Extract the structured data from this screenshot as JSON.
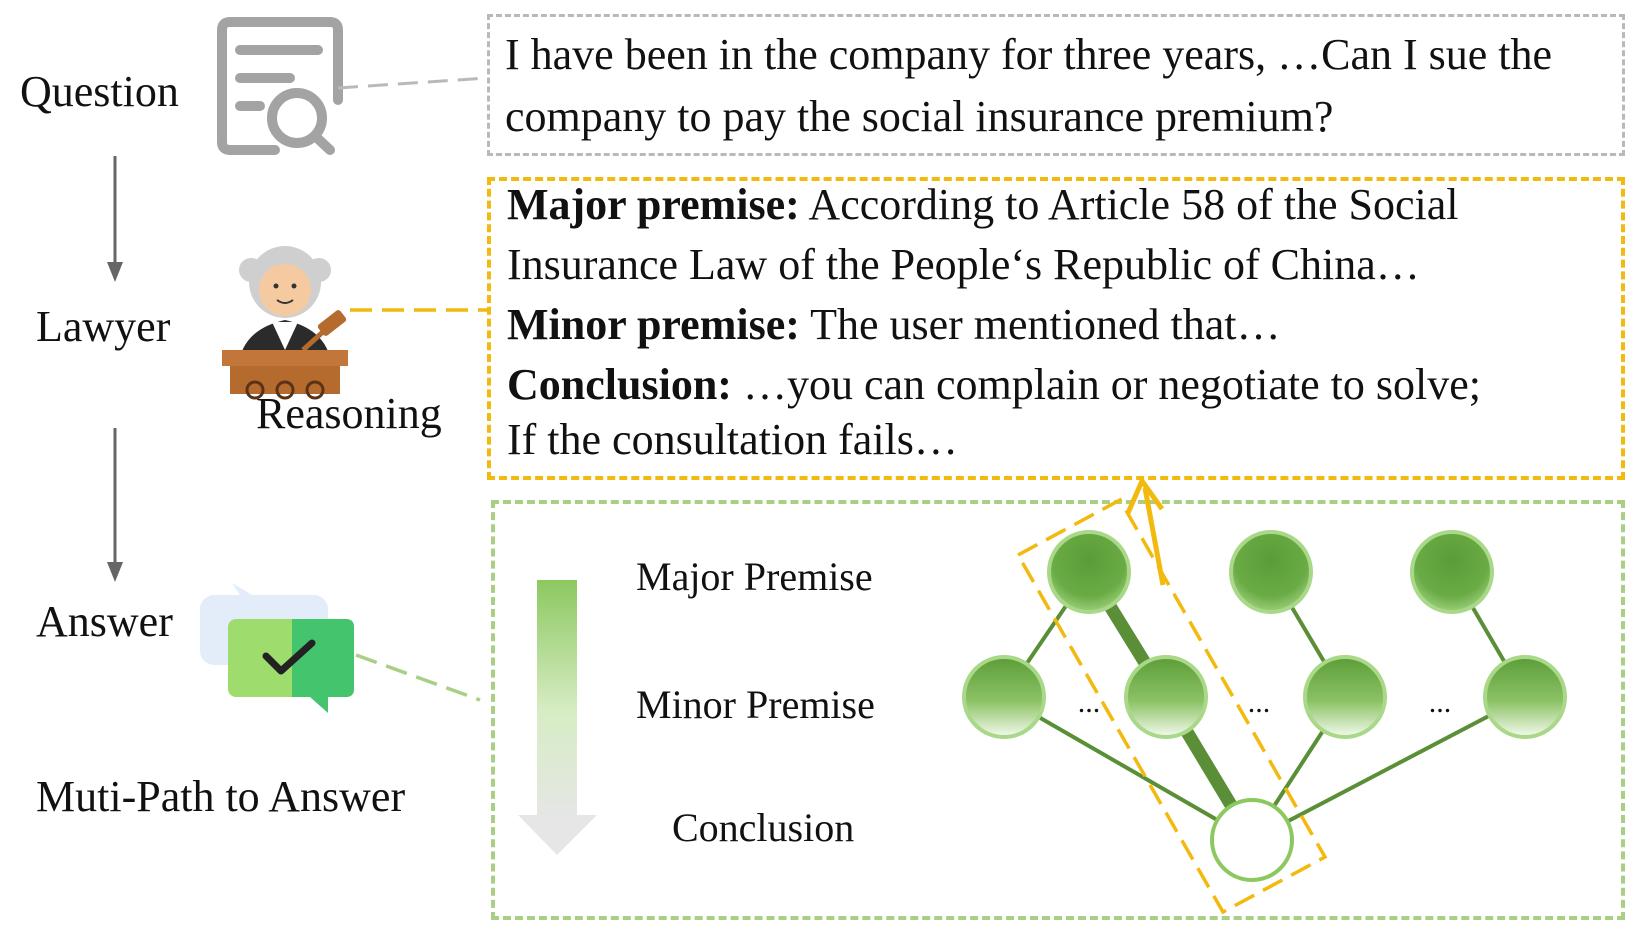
{
  "left_labels": {
    "question": "Question",
    "lawyer": "Lawyer",
    "reasoning": "Reasoning",
    "answer": "Answer",
    "multi_path": "Muti-Path to Answer"
  },
  "question_text": "I have been in the company for three years, …Can I sue the company to pay the social insurance premium?",
  "reasoning": {
    "major_label": "Major premise:",
    "major_text": " According to Article 58 of the Social",
    "major_text_2": "Insurance Law of the People‘s Republic of China…",
    "minor_label": "Minor premise:",
    "minor_text": " The user mentioned that…",
    "conclusion_label": "Conclusion:",
    "conclusion_text": " …you can complain or negotiate to solve;",
    "conclusion_text_2": "If the consultation fails…"
  },
  "tree": {
    "major": "Major Premise",
    "minor": "Minor Premise",
    "conclusion": "Conclusion",
    "ellipsis": "..."
  },
  "colors": {
    "gray_dash": "#b9b9b9",
    "yellow_dash": "#f2b90f",
    "green_dash": "#a8cf84",
    "node_dark": "#5e9e3a",
    "node_stroke": "#a8d888",
    "edge": "#5a8f37"
  },
  "icons": [
    "document-search-icon",
    "lawyer-judge-icon",
    "answer-check-chat-icon"
  ]
}
